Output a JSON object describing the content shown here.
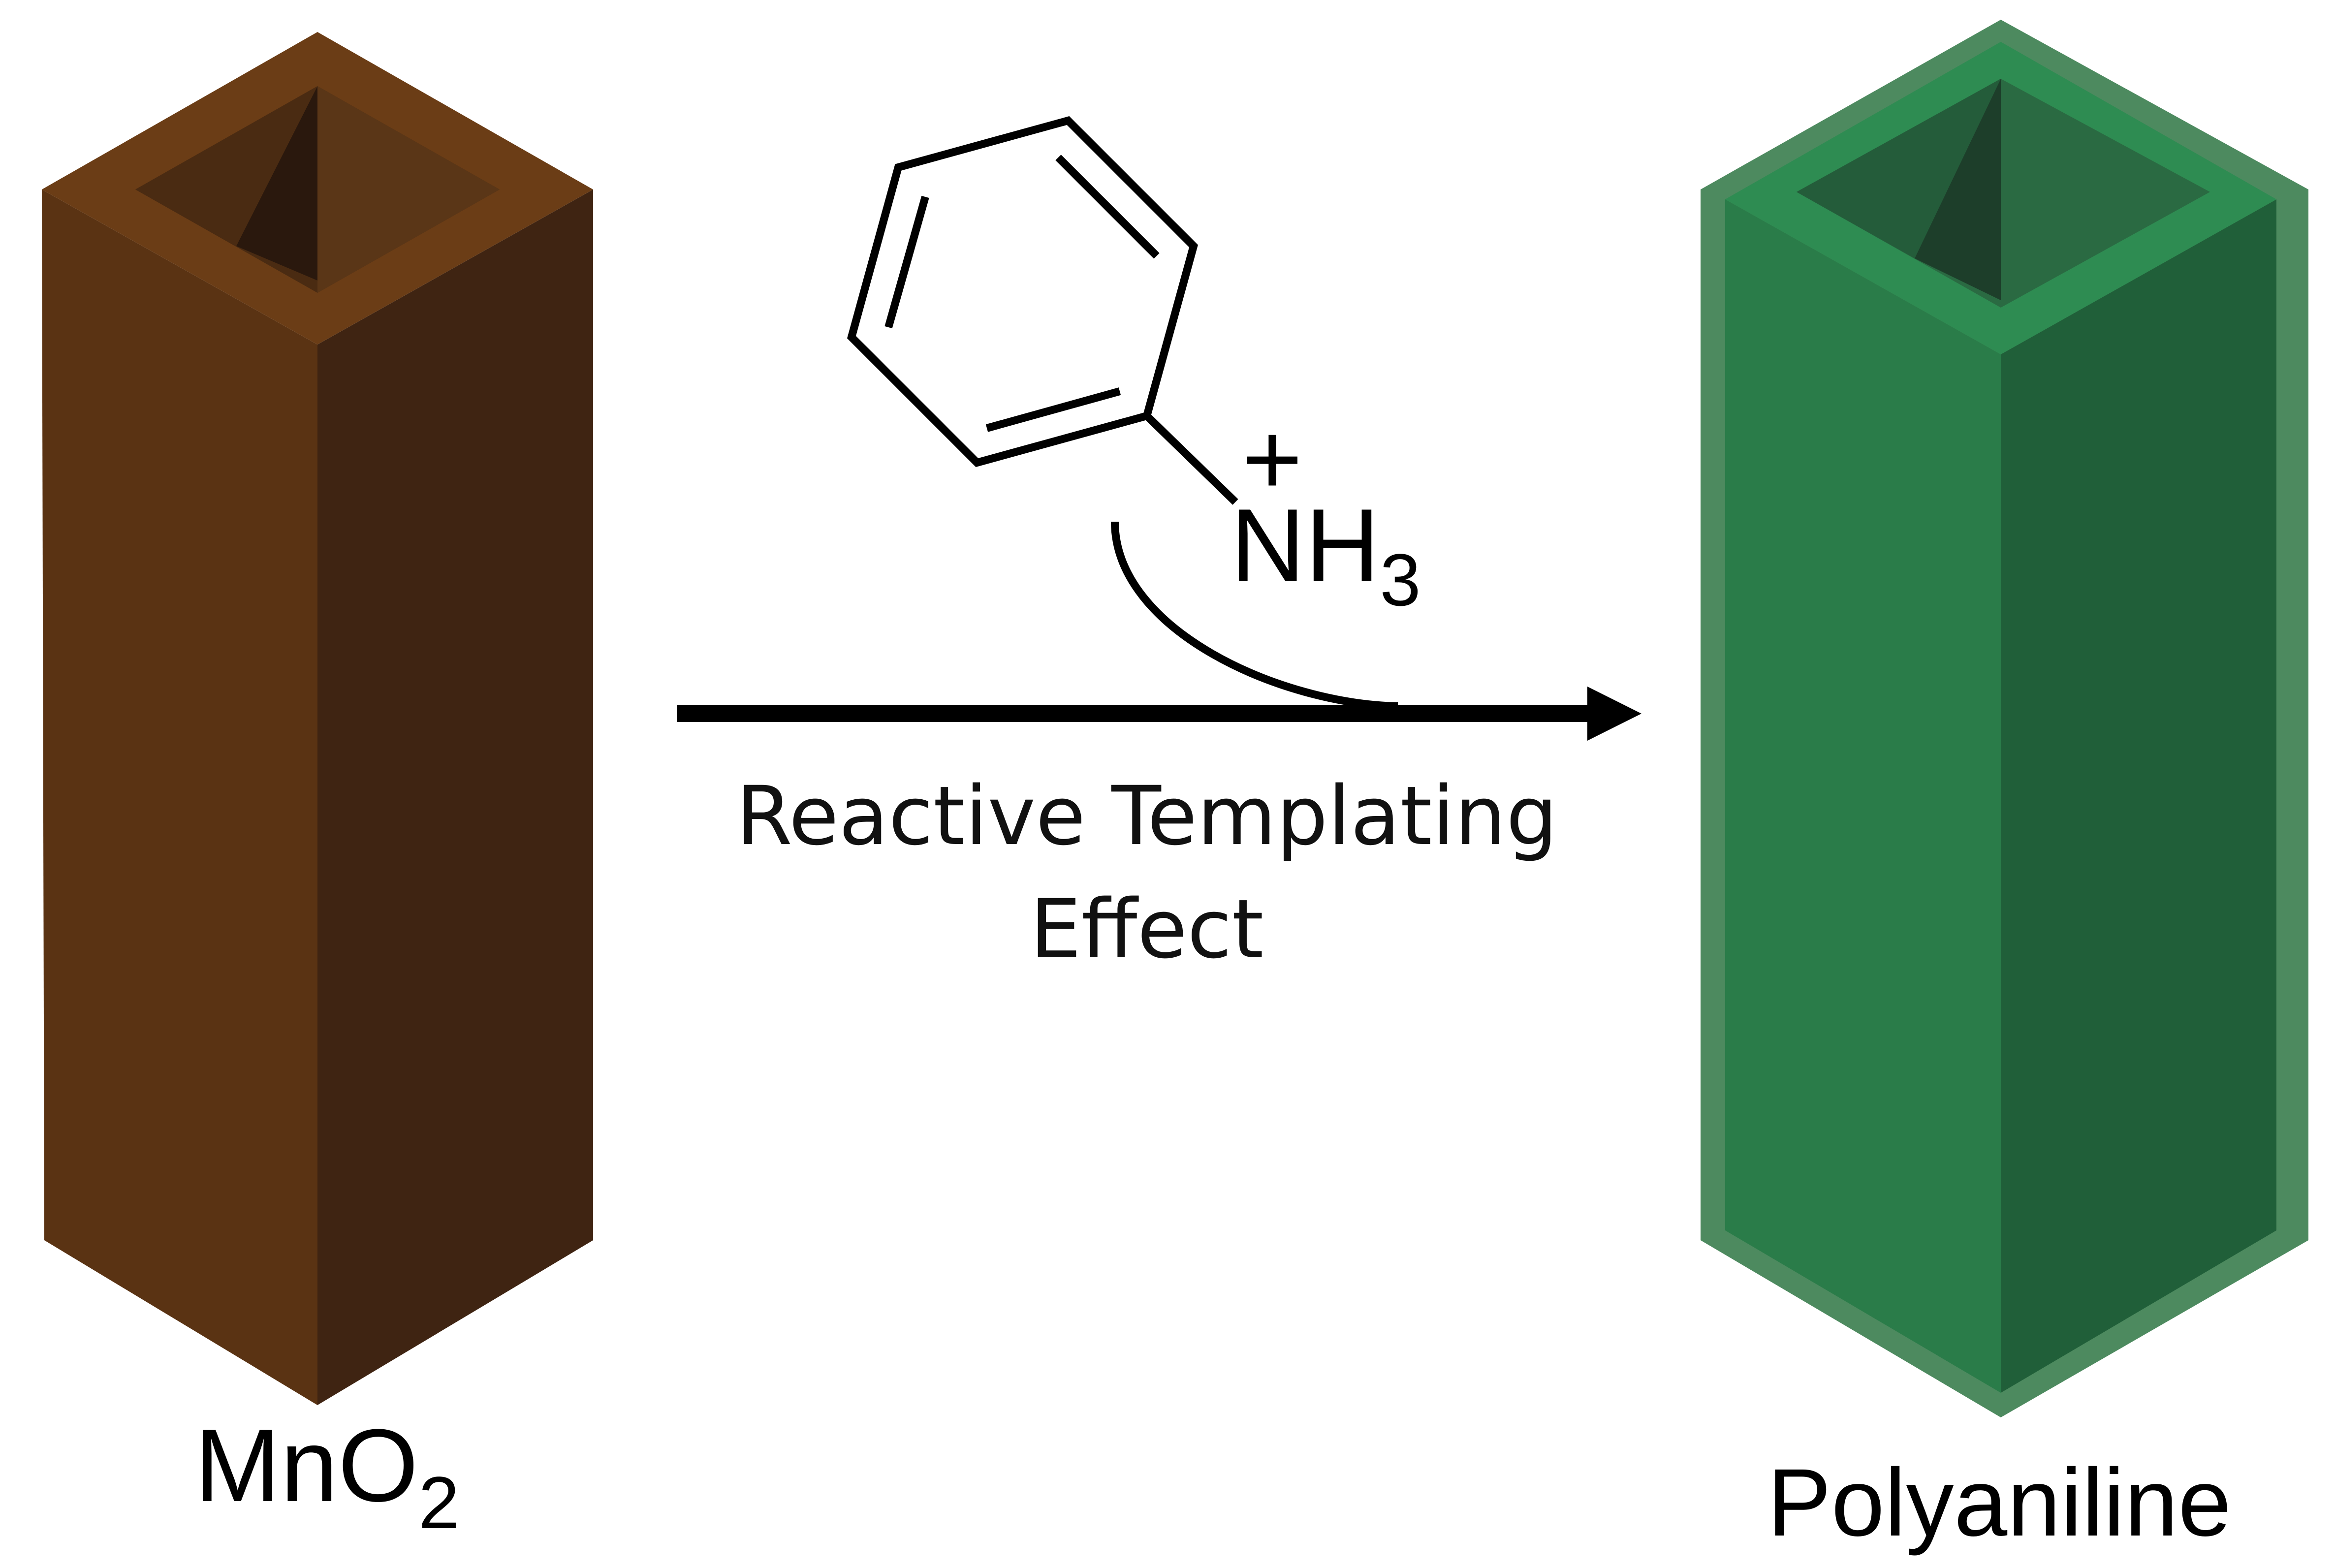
{
  "left_block": {
    "label_main": "MnO",
    "label_sub": "2",
    "color_top": "#6b3d16",
    "color_left": "#5a3313",
    "color_right": "#3f2412",
    "color_inner_dark": "#2a180d",
    "color_inner_light": "#5a3617"
  },
  "right_block": {
    "label": "Polyaniline",
    "color_top": "#2e8c52",
    "color_left": "#2a7c49",
    "color_right": "#205f39",
    "color_shell": "#4d8a5f",
    "color_inner_dark": "#1d3e2a",
    "color_inner_light": "#2a6a42"
  },
  "molecule": {
    "charge": "+",
    "group_main": "NH",
    "group_sub": "3"
  },
  "reaction": {
    "line1": "Reactive Templating",
    "line2": "Effect",
    "arrow_color": "#000000"
  }
}
